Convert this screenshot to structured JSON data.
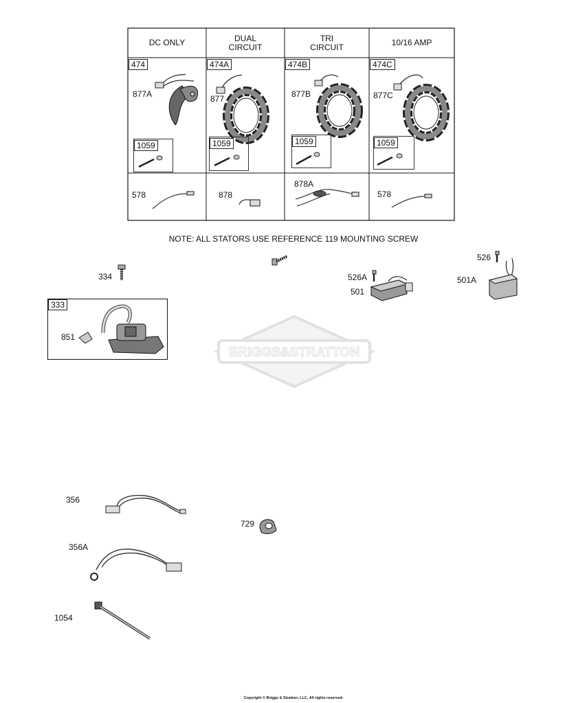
{
  "table": {
    "headers": [
      {
        "line1": "DC ONLY",
        "line2": ""
      },
      {
        "line1": "DUAL",
        "line2": "CIRCUIT"
      },
      {
        "line1": "TRI",
        "line2": "CIRCUIT"
      },
      {
        "line1": "10/16 AMP",
        "line2": ""
      }
    ],
    "stator_tags": [
      "474",
      "474A",
      "474B",
      "474C"
    ],
    "stator_labels": [
      "877A",
      "877",
      "877B",
      "877C"
    ],
    "screw_tag": "1059",
    "harness_labels": [
      "578",
      "878",
      "878A",
      "578"
    ]
  },
  "note": "NOTE: ALL STATORS USE REFERENCE 119  MOUNTING SCREW",
  "parts": {
    "p334": "334",
    "p333": "333",
    "p851": "851",
    "p526": "526",
    "p501A": "501A",
    "p526A": "526A",
    "p501": "501",
    "p356": "356",
    "p356A": "356A",
    "p729": "729",
    "p1054": "1054"
  },
  "watermark": "BRIGGS&STRATTON",
  "copyright": "Copyright © Briggs & Stratton, LLC. All rights reserved."
}
